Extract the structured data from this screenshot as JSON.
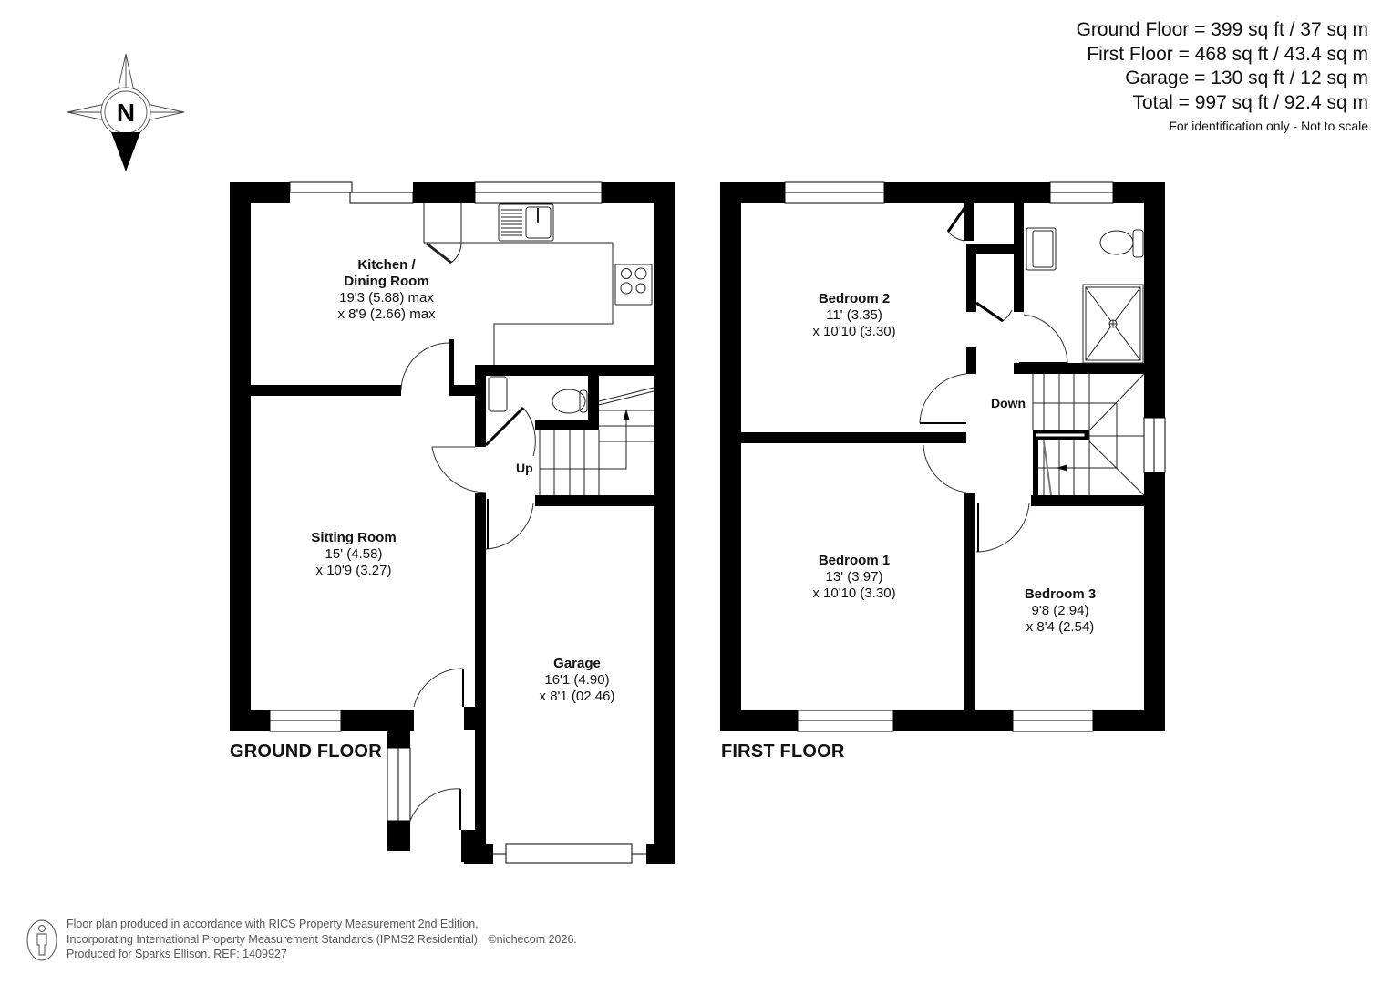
{
  "areas": {
    "lines": [
      "Ground Floor = 399 sq ft / 37 sq m",
      "First Floor = 468 sq ft / 43.4 sq m",
      "Garage = 130 sq ft / 12 sq m",
      "Total = 997 sq ft / 92.4 sq m"
    ],
    "note": "For identification only - Not to scale"
  },
  "compass": {
    "label": "N",
    "icon": "compass-rose-icon"
  },
  "ground_floor": {
    "title": "GROUND FLOOR",
    "stair_label": "Up",
    "rooms": [
      {
        "name": "Kitchen /",
        "name2": "Dining Room",
        "dim1": "19'3 (5.88) max",
        "dim2": "x 8'9 (2.66) max"
      },
      {
        "name": "Sitting Room",
        "dim1": "15' (4.58)",
        "dim2": "x 10'9 (3.27)"
      },
      {
        "name": "Garage",
        "dim1": "16'1 (4.90)",
        "dim2": "x 8'1 (02.46)"
      }
    ]
  },
  "first_floor": {
    "title": "FIRST FLOOR",
    "stair_label": "Down",
    "rooms": [
      {
        "name": "Bedroom 2",
        "dim1": "11' (3.35)",
        "dim2": "x 10'10 (3.30)"
      },
      {
        "name": "Bedroom 1",
        "dim1": "13' (3.97)",
        "dim2": "x 10'10 (3.30)"
      },
      {
        "name": "Bedroom 3",
        "dim1": "9'8 (2.94)",
        "dim2": "x 8'4 (2.54)"
      }
    ]
  },
  "footer": {
    "line1": "Floor plan produced in accordance with RICS Property Measurement 2nd Edition,",
    "line2": "Incorporating International Property Measurement Standards (IPMS2 Residential).",
    "copyright": "©nichecom 2026.",
    "line3": "Produced for Sparks Ellison.   REF: 1409927"
  },
  "colors": {
    "wall": "#000000",
    "background": "#ffffff",
    "fixture_line": "#333333",
    "footer_text": "#555555"
  }
}
